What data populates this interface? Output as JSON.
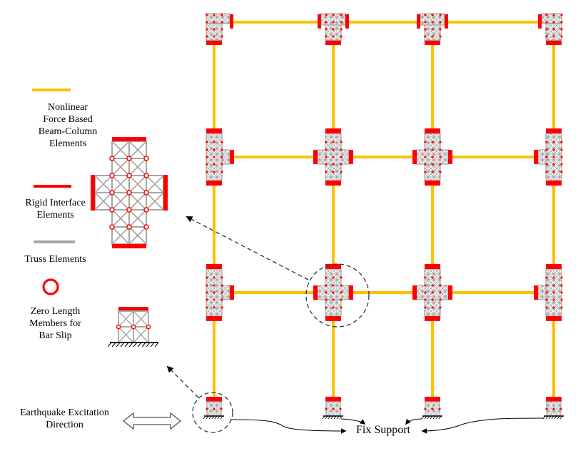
{
  "figure": {
    "type": "structural-model-diagram",
    "description": "RC moment frame with joint panel truss models"
  },
  "colors": {
    "beam_column": "#FFC000",
    "rigid_interface": "#FF0000",
    "truss": "#A6A6A6",
    "bar_slip": "#FF0000",
    "annotation": "#000000"
  },
  "legend": {
    "items": [
      {
        "key": "beam_column",
        "symbol": "yellow-line",
        "label_lines": [
          "Nonlinear",
          "Force Based",
          "Beam-Column",
          "Elements"
        ]
      },
      {
        "key": "rigid_interface",
        "symbol": "red-line",
        "label_lines": [
          "Rigid Interface",
          "Elements"
        ]
      },
      {
        "key": "truss",
        "symbol": "gray-line",
        "label_lines": [
          "Truss Elements"
        ]
      },
      {
        "key": "bar_slip",
        "symbol": "red-circle",
        "label_lines": [
          "Zero Length",
          "Members for",
          "Bar Slip"
        ]
      }
    ]
  },
  "labels": {
    "legend_1": "Nonlinear\nForce Based\nBeam-Column\nElements",
    "legend_2": "Rigid Interface\nElements",
    "legend_3": "Truss Elements",
    "legend_4": "Zero Length\nMembers for\nBar Slip",
    "excitation": "Earthquake Excitation\nDirection",
    "fix_support": "Fix Support"
  },
  "frame": {
    "bays": 3,
    "stories": 3,
    "columns": 4,
    "joint_types": [
      [
        "roof-exterior-left",
        "roof-interior",
        "roof-interior",
        "roof-exterior-right"
      ],
      [
        "floor-exterior-left",
        "floor-interior",
        "floor-interior",
        "floor-exterior-right"
      ],
      [
        "floor-exterior-left",
        "floor-interior",
        "floor-interior",
        "floor-exterior-right"
      ],
      [
        "base",
        "base",
        "base",
        "base"
      ]
    ],
    "detail_callouts": [
      {
        "target": "interior-joint",
        "row": 2,
        "column": 1
      },
      {
        "target": "base-support",
        "row": 3,
        "column": 0
      }
    ]
  }
}
